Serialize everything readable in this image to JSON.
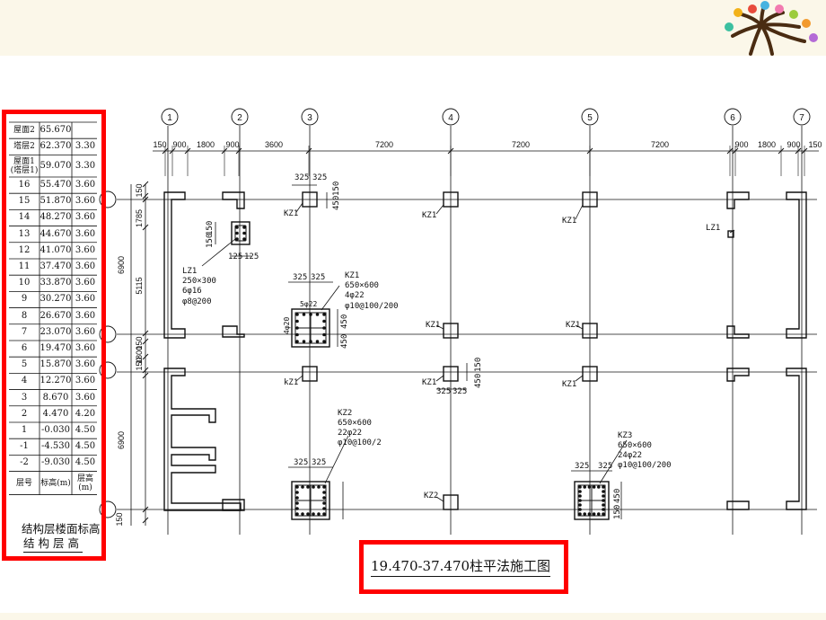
{
  "floor_table": {
    "rows": [
      {
        "floor": "屋面2",
        "elevation": "65.670",
        "height": ""
      },
      {
        "floor": "塔层2",
        "elevation": "62.370",
        "height": "3.30"
      },
      {
        "floor": "屋面1",
        "floor2": "(塔层1)",
        "elevation": "59.070",
        "height": "3.30"
      },
      {
        "floor": "16",
        "elevation": "55.470",
        "height": "3.60"
      },
      {
        "floor": "15",
        "elevation": "51.870",
        "height": "3.60"
      },
      {
        "floor": "14",
        "elevation": "48.270",
        "height": "3.60"
      },
      {
        "floor": "13",
        "elevation": "44.670",
        "height": "3.60"
      },
      {
        "floor": "12",
        "elevation": "41.070",
        "height": "3.60"
      },
      {
        "floor": "11",
        "elevation": "37.470",
        "height": "3.60"
      },
      {
        "floor": "10",
        "elevation": "33.870",
        "height": "3.60"
      },
      {
        "floor": "9",
        "elevation": "30.270",
        "height": "3.60"
      },
      {
        "floor": "8",
        "elevation": "26.670",
        "height": "3.60"
      },
      {
        "floor": "7",
        "elevation": "23.070",
        "height": "3.60"
      },
      {
        "floor": "6",
        "elevation": "19.470",
        "height": "3.60"
      },
      {
        "floor": "5",
        "elevation": "15.870",
        "height": "3.60"
      },
      {
        "floor": "4",
        "elevation": "12.270",
        "height": "3.60"
      },
      {
        "floor": "3",
        "elevation": "8.670",
        "height": "3.60"
      },
      {
        "floor": "2",
        "elevation": "4.470",
        "height": "4.20"
      },
      {
        "floor": "1",
        "elevation": "-0.030",
        "height": "4.50"
      },
      {
        "floor": "-1",
        "elevation": "-4.530",
        "height": "4.50"
      },
      {
        "floor": "-2",
        "elevation": "-9.030",
        "height": "4.50"
      }
    ],
    "header": {
      "floor": "层号",
      "elevation": "标高(m)",
      "height1": "层高",
      "height2": "(m)"
    },
    "legend_line1": "结构层楼面标高",
    "legend_line2": "结构层高"
  },
  "axes": {
    "columns": [
      "1",
      "2",
      "3",
      "4",
      "5",
      "6",
      "7"
    ],
    "top_dims": [
      "150",
      "900",
      "1800",
      "900",
      "3600",
      "7200",
      "7200",
      "7200",
      "900",
      "1800",
      "900",
      "150"
    ],
    "left_dims": [
      "150",
      "1785",
      "5115",
      "150",
      "1800",
      "150",
      "6900",
      "150"
    ],
    "left_total": "6900"
  },
  "annotations": {
    "lz1_label": "LZ1",
    "lz1_size": "250×300",
    "lz1_bars": "6φ16",
    "lz1_stirrups": "φ8@200",
    "lz1_dim_a": "150",
    "lz1_dim_b": "150",
    "lz1_dim_c": "125",
    "lz1_dim_d": "125",
    "kz1_label": "KZ1",
    "kz1_size": "650×600",
    "kz1_bars": "4φ22",
    "kz1_stirrups": "φ10@100/200",
    "kz1_side_bars": "5φ22",
    "kz1_side_bars2": "4φ20",
    "kz2_label": "KZ2",
    "kz2_size": "650×600",
    "kz2_bars": "22φ22",
    "kz2_stirrups": "φ10@100/2",
    "kz3_label": "KZ3",
    "kz3_size": "650×600",
    "kz3_bars": "24φ22",
    "kz3_stirrups": "φ10@100/200",
    "kz_small": "kZ1",
    "d325": "325",
    "d450": "450",
    "d150": "150"
  },
  "drawing_title": "19.470-37.470柱平法施工图",
  "colors": {
    "highlight": "#ff0000",
    "band": "#fbf7e9"
  },
  "decor": {
    "logo": "tree-logo-icon"
  }
}
